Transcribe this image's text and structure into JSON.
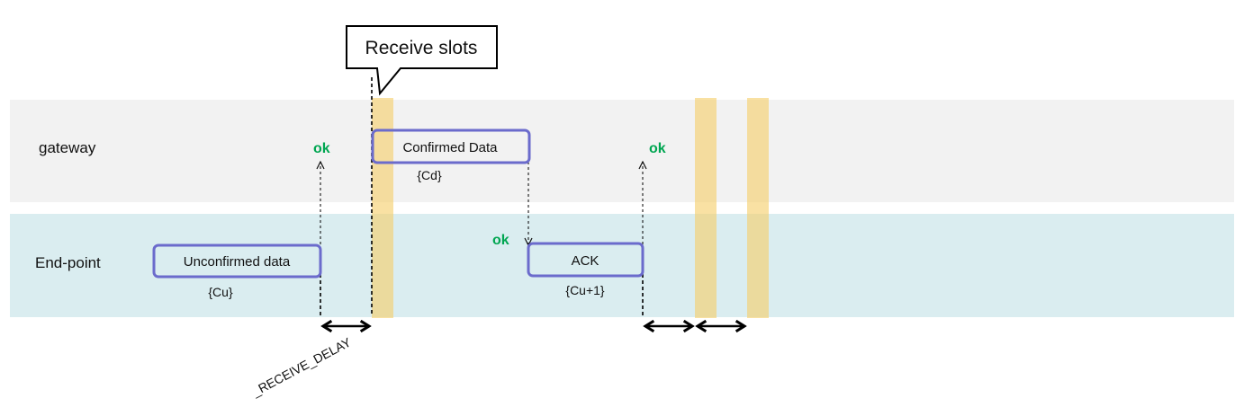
{
  "lanes": {
    "gateway": "gateway",
    "endpoint": "End-point"
  },
  "callout": "Receive slots",
  "boxes": {
    "unconfirmed": {
      "label": "Unconfirmed data",
      "counter": "{Cu}"
    },
    "confirmed": {
      "label": "Confirmed Data",
      "counter": "{Cd}"
    },
    "ack": {
      "label": "ACK",
      "counter": "{Cu+1}"
    }
  },
  "ok_label": "ok",
  "delay_label": "_RECEIVE_DELAY",
  "colors": {
    "gateway_lane": "#f2f2f2",
    "endpoint_lane": "#daedf0",
    "receive_slot": "#f5d77e",
    "box_border": "#6b6bcc",
    "ok": "#00a651"
  }
}
